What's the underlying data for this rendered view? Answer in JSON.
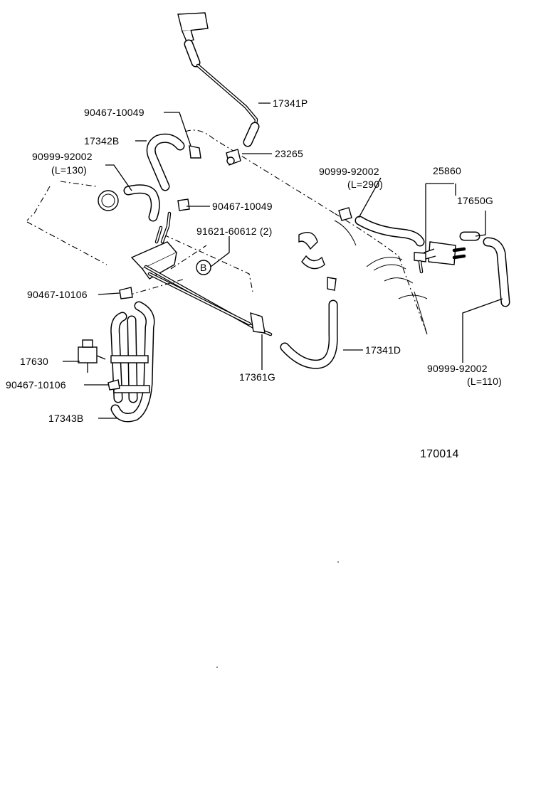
{
  "labels": {
    "p17341P": "17341P",
    "p90467_10049_top": "90467-10049",
    "p17342B": "17342B",
    "p23265": "23265",
    "p90999_92002_a": "90999-92002",
    "p90999_92002_a_len": "(L=130)",
    "p90467_10049_mid": "90467-10049",
    "p91621_60612": "91621-60612 (2)",
    "ref_B": "B",
    "p90999_92002_b": "90999-92002",
    "p90999_92002_b_len": "(L=290)",
    "p25860": "25860",
    "p17650G": "17650G",
    "p90467_10106_a": "90467-10106",
    "p17630": "17630",
    "p90467_10106_b": "90467-10106",
    "p17343B": "17343B",
    "p17361G": "17361G",
    "p17341D": "17341D",
    "p90999_92002_c": "90999-92002",
    "p90999_92002_c_len": "(L=110)",
    "figure_number": "170014"
  }
}
